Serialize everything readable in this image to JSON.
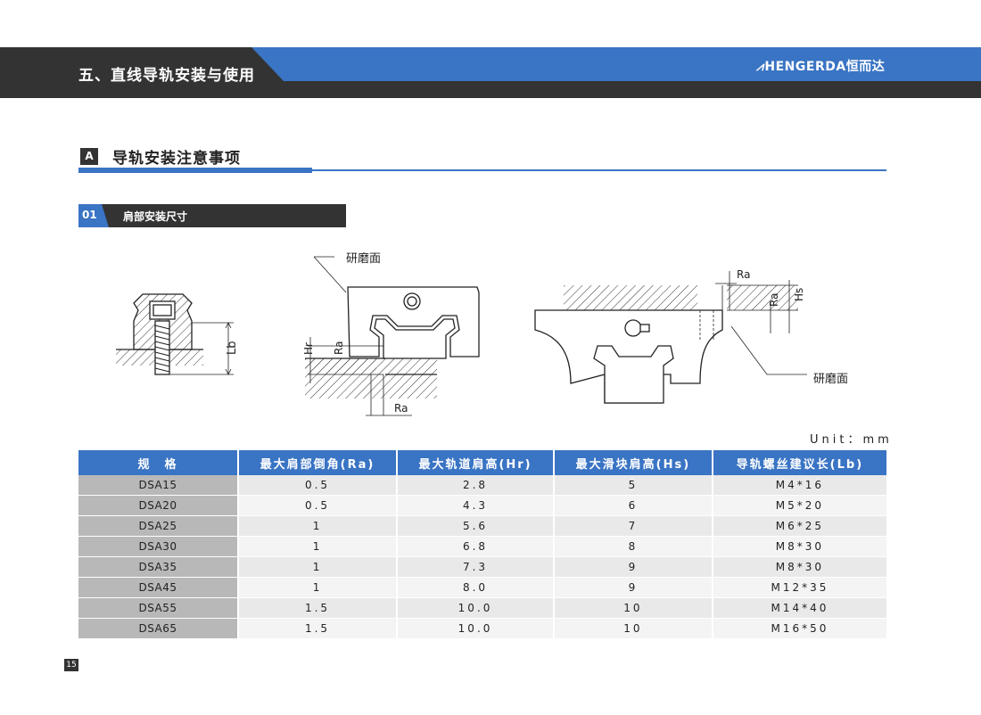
{
  "header": {
    "title": "五、直线导轨安装与使用",
    "brand_text": "HENGERDA恒而达",
    "colors": {
      "dark": "#333333",
      "accent": "#3a74c4"
    }
  },
  "section": {
    "badge": "A",
    "title": "导轨安装注意事项"
  },
  "subsection": {
    "number": "01",
    "title": "肩部安装尺寸"
  },
  "diagram": {
    "fig1": {
      "lb": "Lb"
    },
    "fig2": {
      "grind": "研磨面",
      "hr": "Hr",
      "ra1": "Ra",
      "ra2": "Ra"
    },
    "fig3": {
      "grind": "研磨面",
      "ra1": "Ra",
      "ra2": "Ra",
      "hs": "Hs"
    }
  },
  "unit": "Unit：mm",
  "table": {
    "headers": [
      "规　格",
      "最大肩部倒角(Ra)",
      "最大轨道肩高(Hr)",
      "最大滑块肩高(Hs)",
      "导轨螺丝建议长(Lb)"
    ],
    "rows": [
      [
        "DSA15",
        "0.5",
        "2.8",
        "5",
        "M4*16"
      ],
      [
        "DSA20",
        "0.5",
        "4.3",
        "6",
        "M5*20"
      ],
      [
        "DSA25",
        "1",
        "5.6",
        "7",
        "M6*25"
      ],
      [
        "DSA30",
        "1",
        "6.8",
        "8",
        "M8*30"
      ],
      [
        "DSA35",
        "1",
        "7.3",
        "9",
        "M8*30"
      ],
      [
        "DSA45",
        "1",
        "8.0",
        "9",
        "M12*35"
      ],
      [
        "DSA55",
        "1.5",
        "10.0",
        "10",
        "M14*40"
      ],
      [
        "DSA65",
        "1.5",
        "10.0",
        "10",
        "M16*50"
      ]
    ]
  },
  "page_number": "15"
}
